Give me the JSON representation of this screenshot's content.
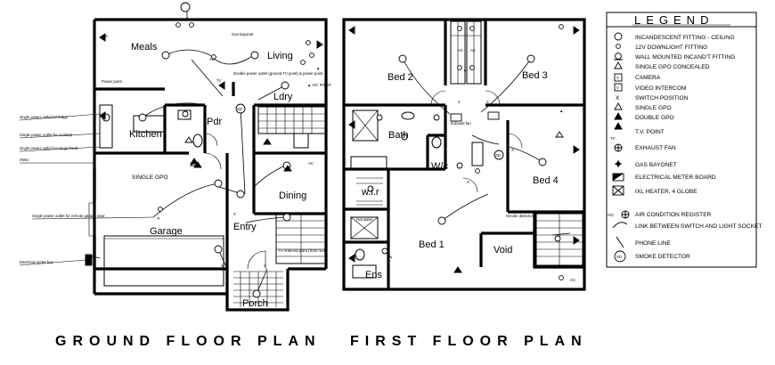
{
  "titles": {
    "ground": "GROUND FLOOR PLAN",
    "first": "FIRST FLOOR PLAN"
  },
  "rooms": {
    "meals": "Meals",
    "living": "Living",
    "kitchen": "Kitchen",
    "pdr": "Pdr",
    "ldry": "Ldry",
    "dining": "Dining",
    "garage": "Garage",
    "entry": "Entry",
    "porch": "Porch",
    "single_gpo": "SINGLE GPO",
    "bed2": "Bed 2",
    "bed3": "Bed 3",
    "bath": "Bath",
    "wc": "W/c",
    "wir": "w.i.r",
    "bed4": "Bed 4",
    "bed1": "Bed 1",
    "void": "Void",
    "ens": "Ens"
  },
  "notes": {
    "gas_bayonet": "Gas bayonet",
    "double_gpo_tv": "Double power outlet (ground TV point) & power point",
    "ac_point": "A/C POINT",
    "power_point": "Power point",
    "single_power_fridge": "single power outlet for fridge",
    "single_power_cooktop": "Single power outlet for cooktop",
    "single_power_range_hood": "single power outlet for range hood",
    "hwu": "HWU",
    "single_power_garage_door": "Single power outlet for remote garage door",
    "electrical_meter": "Electrical meter box",
    "tv_antenna": "TV Antenna point (from roof)",
    "exhaust_fan": "Exhaust fan",
    "smoke_detector": "Smoke detector",
    "hot_water": "Hot water"
  },
  "legend": {
    "title": "LEGEND",
    "items": [
      {
        "icon": "incandescent-ceiling",
        "label": "INCANDESCENT FITTING - CEILING"
      },
      {
        "icon": "downlight",
        "label": "12V DOWNLIGHT FITTING"
      },
      {
        "icon": "wall-fitting",
        "label": "WALL MOUNTED INCAND'T FITTING"
      },
      {
        "icon": "single-gpo-concealed",
        "label": "SINGLE GPO CONCEALED"
      },
      {
        "icon": "camera",
        "label": "CAMERA"
      },
      {
        "icon": "video-intercom",
        "label": "VIDEO INTERCOM"
      },
      {
        "icon": "switch",
        "label": "SWITCH POSITION"
      },
      {
        "icon": "single-gpo",
        "label": "SINGLE GPO"
      },
      {
        "icon": "double-gpo",
        "label": "DOUBLE GPO"
      },
      {
        "icon": "tv-point",
        "label": "T.V. POINT"
      },
      {
        "icon": "exhaust-fan",
        "label": "EXHAUST FAN"
      },
      {
        "icon": "gas-bayonet",
        "label": "GAS BAYONET"
      },
      {
        "icon": "meter-board",
        "label": "ELECTRICAL METER BOARD"
      },
      {
        "icon": "ixl-heater",
        "label": "IXL HEATER, 4 GLOBE"
      },
      {
        "icon": "air-register",
        "label": "AIR CONDITION REGISTER"
      },
      {
        "icon": "link",
        "label": "LINK BETWEEN SWITCH AND LIGHT SOCKET"
      },
      {
        "icon": "phone-line",
        "label": "PHONE LINE"
      },
      {
        "icon": "smoke-detector",
        "label": "SMOKE DETECTOR"
      }
    ],
    "symbol_text": {
      "camera": "C",
      "video": "V",
      "switch": "X",
      "tv": "TV",
      "air": "A/C",
      "smoke": "SD"
    }
  }
}
